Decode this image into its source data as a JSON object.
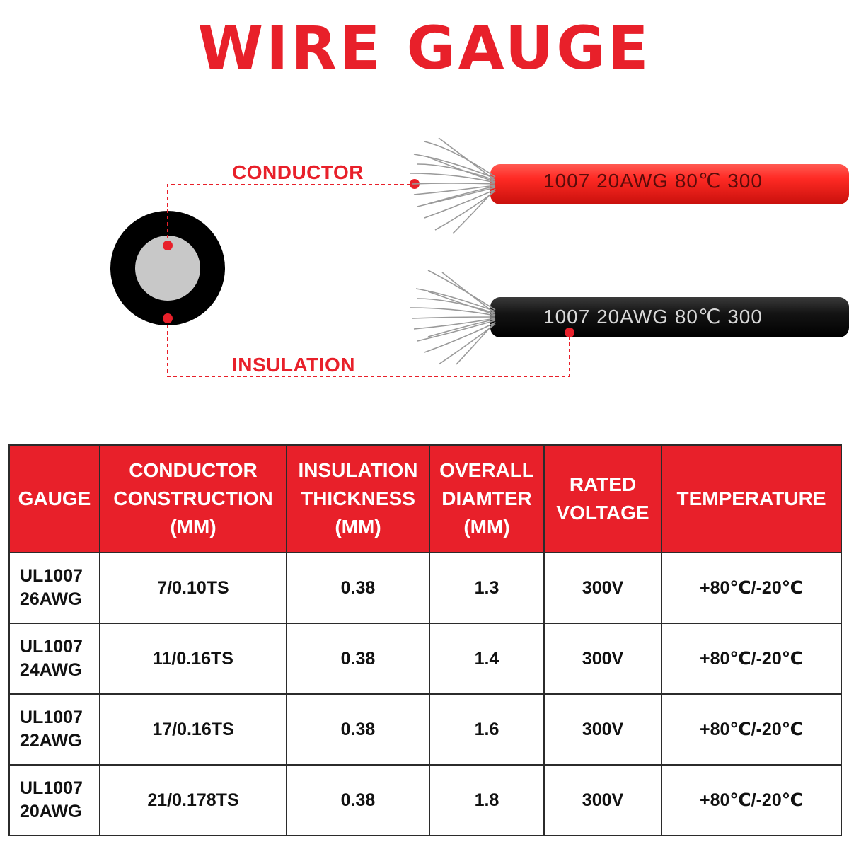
{
  "title": "WIRE GAUGE",
  "diagram": {
    "conductor_label": "CONDUCTOR",
    "insulation_label": "INSULATION",
    "red_wire_text": "1007   20AWG   80℃   300",
    "black_wire_text": "1007   20AWG   80℃   300",
    "colors": {
      "accent": "#e8202a",
      "red_insulation": "#ff2a24",
      "black_insulation": "#111111",
      "conductor_core": "#c8c8c8"
    }
  },
  "table": {
    "headers": [
      "GAUGE",
      "CONDUCTOR\nCONSTRUCTION\n(MM)",
      "INSULATION\nTHICKNESS\n(MM)",
      "OVERALL\nDIAMTER\n(MM)",
      "RATED\nVOLTAGE",
      "TEMPERATURE"
    ],
    "rows": [
      {
        "gauge": "UL1007\n26AWG",
        "construction": "7/0.10TS",
        "thickness": "0.38",
        "diameter": "1.3",
        "voltage": "300V",
        "temperature": "+80℃/-20℃"
      },
      {
        "gauge": "UL1007\n24AWG",
        "construction": "11/0.16TS",
        "thickness": "0.38",
        "diameter": "1.4",
        "voltage": "300V",
        "temperature": "+80℃/-20℃"
      },
      {
        "gauge": "UL1007\n22AWG",
        "construction": "17/0.16TS",
        "thickness": "0.38",
        "diameter": "1.6",
        "voltage": "300V",
        "temperature": "+80℃/-20℃"
      },
      {
        "gauge": "UL1007\n20AWG",
        "construction": "21/0.178TS",
        "thickness": "0.38",
        "diameter": "1.8",
        "voltage": "300V",
        "temperature": "+80℃/-20℃"
      }
    ]
  }
}
